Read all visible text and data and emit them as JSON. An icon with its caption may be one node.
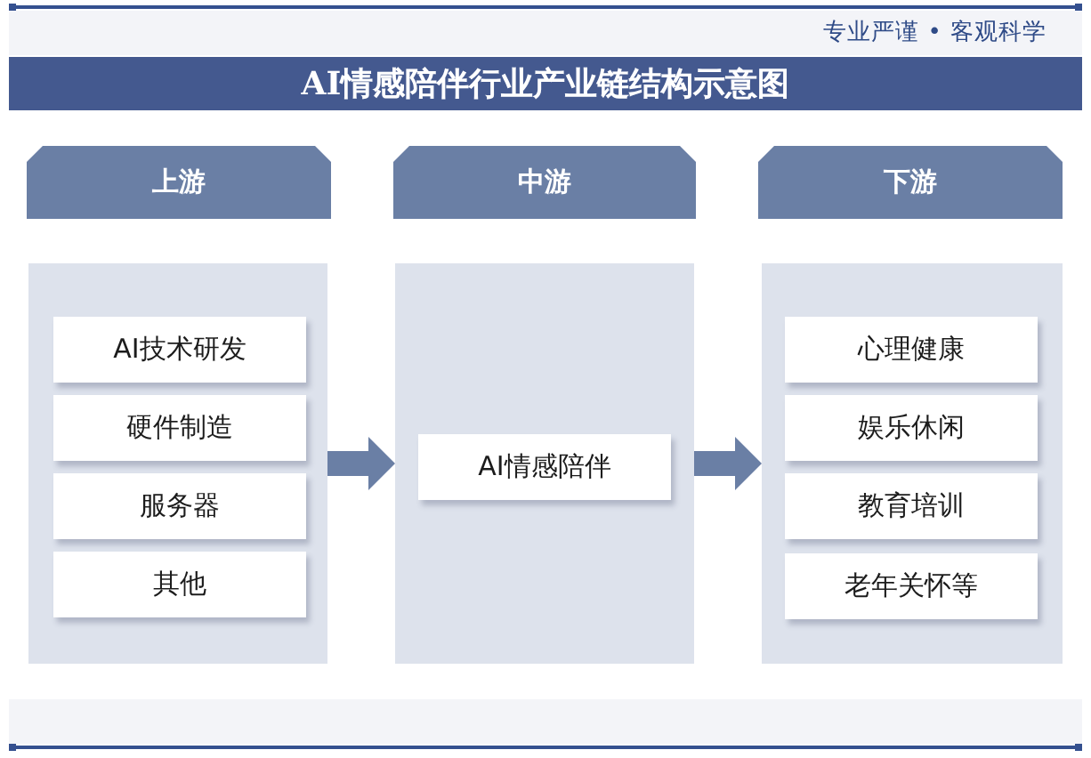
{
  "diagram": {
    "title": "AI情感陪伴行业产业链结构示意图",
    "nodes": [
      {
        "text": [
          "上游"
        ]
      },
      {
        "text": [
          "中游"
        ]
      },
      {
        "text": [
          "下游"
        ]
      },
      {
        "text": [],
        "shape": "box"
      },
      {
        "text": [
          "AI技术研发"
        ],
        "in": 3
      },
      {
        "text": [
          "硬件制造"
        ],
        "in": 3
      },
      {
        "text": [
          "服务器"
        ],
        "in": 3
      },
      {
        "text": [
          "其他"
        ],
        "in": 3
      },
      {
        "text": [],
        "shape": "box"
      },
      {
        "text": [
          "AI情感陪伴"
        ],
        "in": 8
      },
      {
        "text": [],
        "shape": "box"
      },
      {
        "text": [
          "心理健康"
        ],
        "in": 10
      },
      {
        "text": [
          "娱乐休闲"
        ],
        "in": 10
      },
      {
        "text": [
          "教育培训"
        ],
        "in": 10
      },
      {
        "text": [
          "老年关怀等"
        ],
        "in": 10
      }
    ],
    "edges": [
      {
        "from": 3,
        "to": 8,
        "arrow": "to"
      },
      {
        "from": 8,
        "to": 10,
        "arrow": "to"
      }
    ],
    "labels": [
      "专业严谨 • 客观科学"
    ]
  }
}
